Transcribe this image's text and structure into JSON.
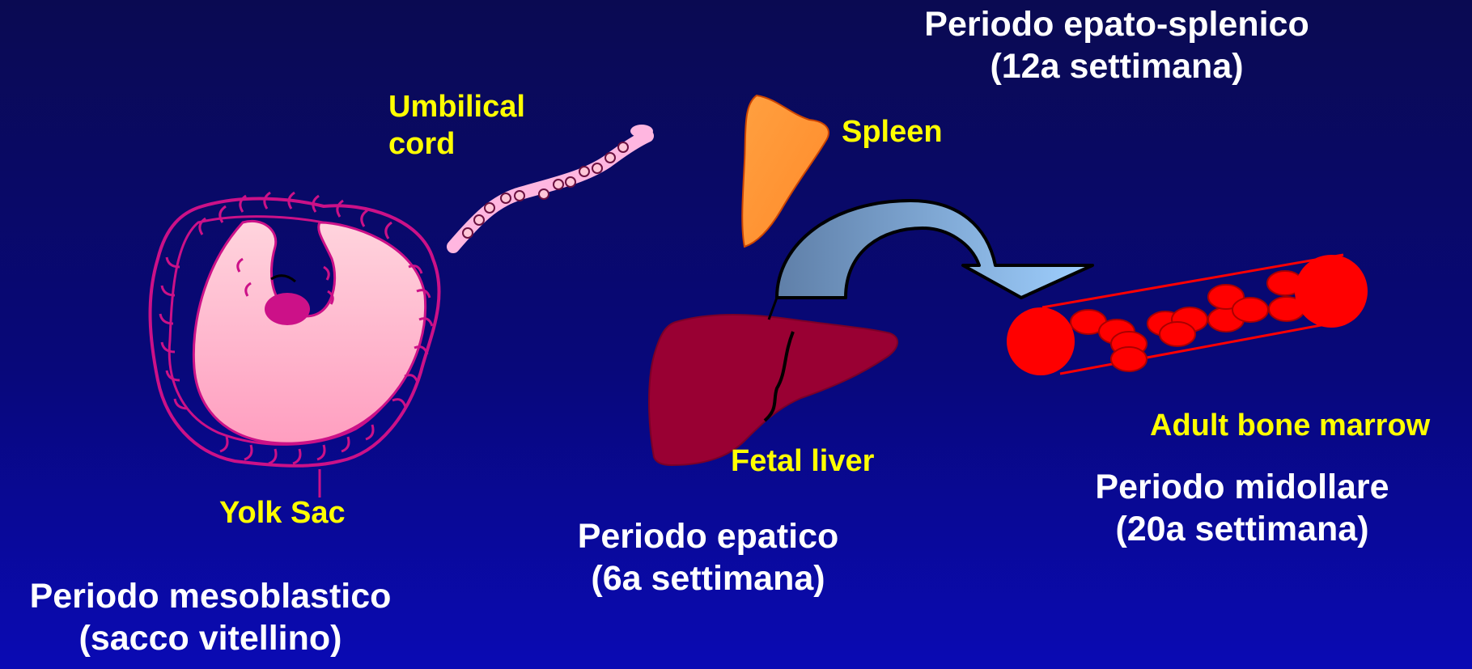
{
  "labels": {
    "umbilical_cord": "Umbilical\ncord",
    "spleen": "Spleen",
    "adult_bone_marrow": "Adult bone marrow",
    "fetal_liver": "Fetal liver",
    "yolk_sac": "Yolk Sac"
  },
  "periods": {
    "epato_splenico": "Periodo epato-splenico\n(12a settimana)",
    "midollare": "Periodo midollare\n(20a settimana)",
    "epatico": "Periodo epatico\n(6a settimana)",
    "mesoblastico": "Periodo mesoblastico\n(sacco vitellino)"
  },
  "colors": {
    "label_yellow": "#ffff00",
    "title_white": "#ffffff",
    "yolk_sac_fill": "#ffb6c8",
    "yolk_sac_outline": "#cc1188",
    "spleen": "#ff9933",
    "liver": "#990033",
    "blood": "#ff0000",
    "arrow": "#6f93c0"
  }
}
